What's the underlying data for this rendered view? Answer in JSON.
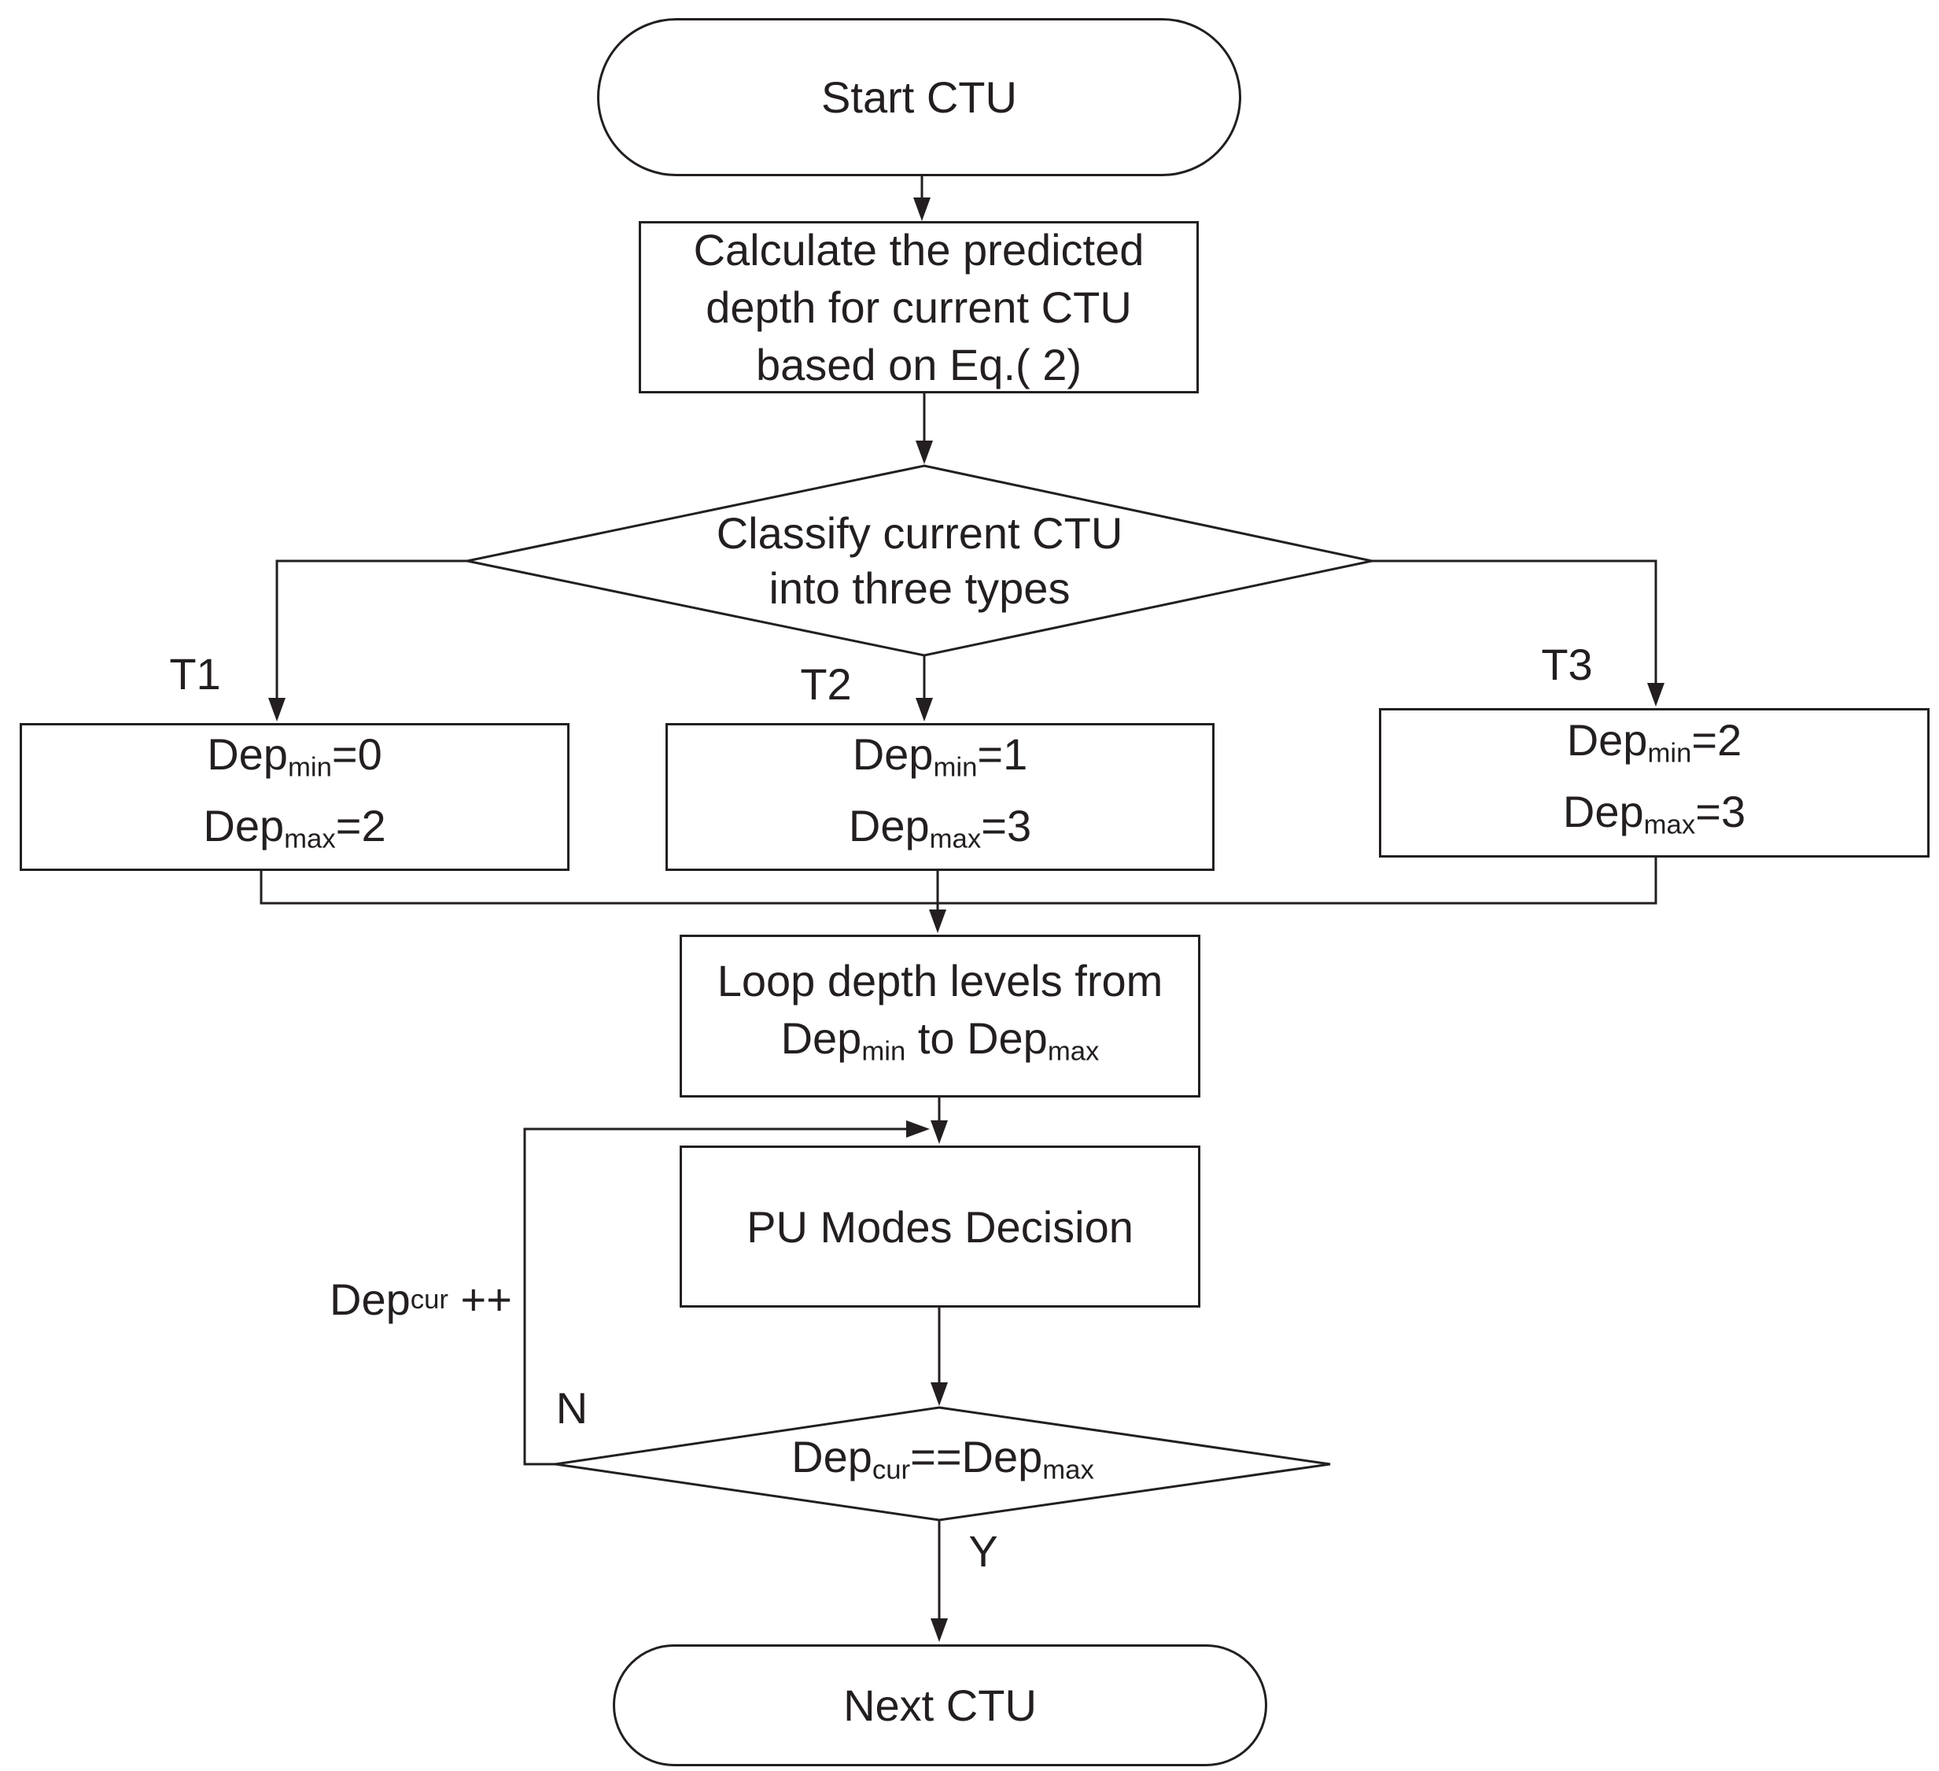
{
  "colors": {
    "line": "#231f20",
    "text": "#231f20",
    "background": "#ffffff"
  },
  "nodes": {
    "start": {
      "label": "Start CTU"
    },
    "calc": {
      "lines": [
        "Calculate the predicted",
        "depth for current CTU",
        "based on Eq.( 2)"
      ]
    },
    "classify": {
      "lines": [
        "Classify current CTU",
        "into three types"
      ]
    },
    "t1": {
      "branch_label": "T1",
      "line1": [
        {
          "t": "Dep"
        },
        {
          "t": "min",
          "sub": true
        },
        {
          "t": "=0"
        }
      ],
      "line2": [
        {
          "t": "Dep"
        },
        {
          "t": "max",
          "sub": true
        },
        {
          "t": "=2"
        }
      ]
    },
    "t2": {
      "branch_label": "T2",
      "line1": [
        {
          "t": "Dep"
        },
        {
          "t": "min",
          "sub": true
        },
        {
          "t": "=1"
        }
      ],
      "line2": [
        {
          "t": "Dep"
        },
        {
          "t": "max",
          "sub": true
        },
        {
          "t": "=3"
        }
      ]
    },
    "t3": {
      "branch_label": "T3",
      "line1": [
        {
          "t": "Dep"
        },
        {
          "t": "min",
          "sub": true
        },
        {
          "t": "=2"
        }
      ],
      "line2": [
        {
          "t": "Dep"
        },
        {
          "t": "max",
          "sub": true
        },
        {
          "t": "=3"
        }
      ]
    },
    "loop": {
      "line1": [
        {
          "t": "Loop depth levels from"
        }
      ],
      "line2": [
        {
          "t": "Dep"
        },
        {
          "t": "min",
          "sub": true
        },
        {
          "t": " to Dep"
        },
        {
          "t": "max",
          "sub": true
        }
      ]
    },
    "pu": {
      "label": "PU Modes Decision"
    },
    "decision": {
      "segments": [
        {
          "t": "Dep"
        },
        {
          "t": "cur",
          "sub": true
        },
        {
          "t": "==Dep"
        },
        {
          "t": "max",
          "sub": true
        }
      ]
    },
    "next": {
      "label": "Next CTU"
    }
  },
  "edge_labels": {
    "increment": [
      {
        "t": "Dep"
      },
      {
        "t": "cur",
        "sub": true
      },
      {
        "t": " ++"
      }
    ],
    "no": "N",
    "yes": "Y"
  }
}
